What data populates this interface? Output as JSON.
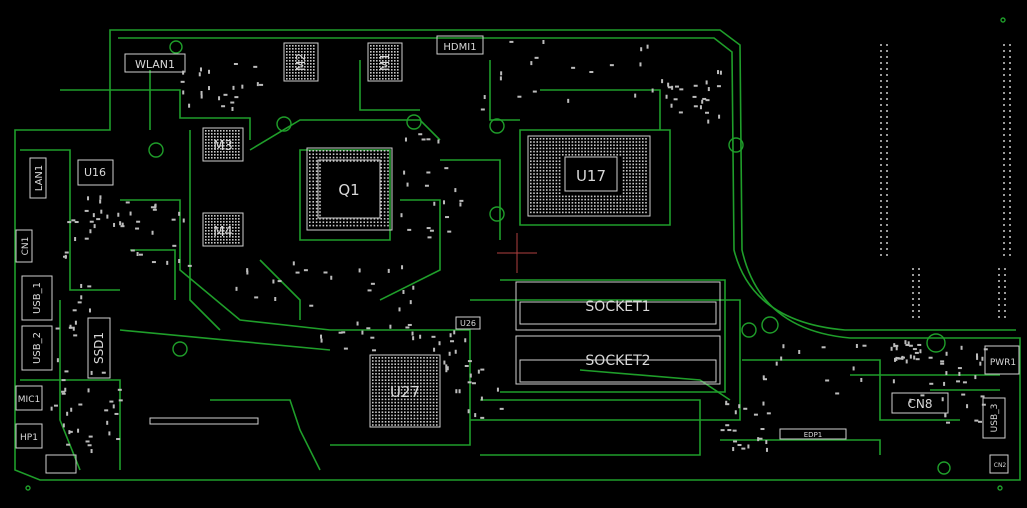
{
  "colors": {
    "background": "#000000",
    "trace": "#1f9e2a",
    "chip_outline": "#d0d0d0",
    "pad": "#c8c8c8",
    "label": "#d8d8d8",
    "crosshair": "#b04040"
  },
  "components": {
    "wlan1": "WLAN1",
    "hdmi1": "HDMI1",
    "m1": "M1",
    "m2": "M2",
    "m3": "M3",
    "m4": "M4",
    "q1": "Q1",
    "u16": "U16",
    "u17": "U17",
    "u26": "U26",
    "u27": "U27",
    "lan1": "LAN1",
    "cn1": "CN1",
    "usb_1": "USB_1",
    "usb_2": "USB_2",
    "usb_3": "USB_3",
    "ssd1": "SSD1",
    "mic1": "MIC1",
    "hp1": "HP1",
    "socket1": "SOCKET1",
    "socket2": "SOCKET2",
    "pwr1": "PWR1",
    "cn8": "CN8",
    "edp1": "EDP1",
    "cn2": "CN2"
  }
}
